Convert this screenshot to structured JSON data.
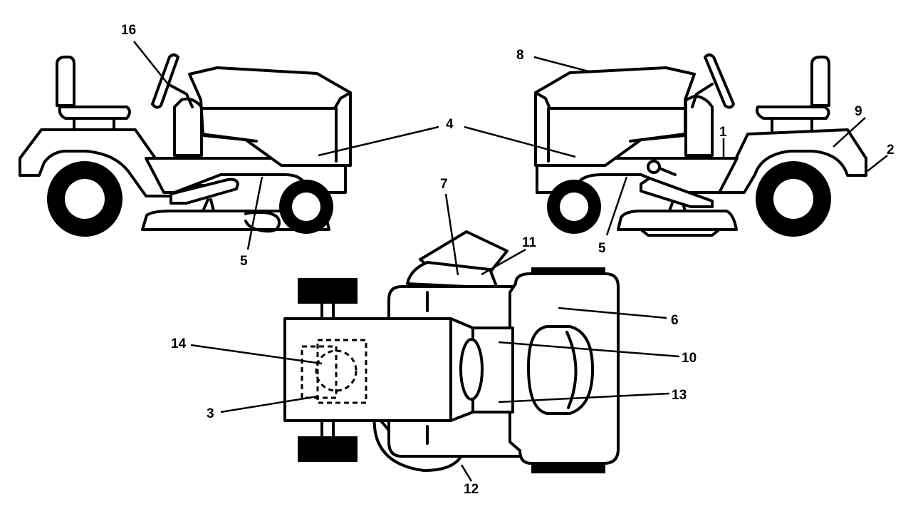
{
  "callouts": {
    "c1": "1",
    "c2": "2",
    "c3": "3",
    "c4": "4",
    "c5": "5",
    "c6": "6",
    "c7": "7",
    "c8": "8",
    "c9": "9",
    "c10": "10",
    "c11": "11",
    "c12": "12",
    "c13": "13",
    "c14": "14",
    "c16": "16"
  }
}
